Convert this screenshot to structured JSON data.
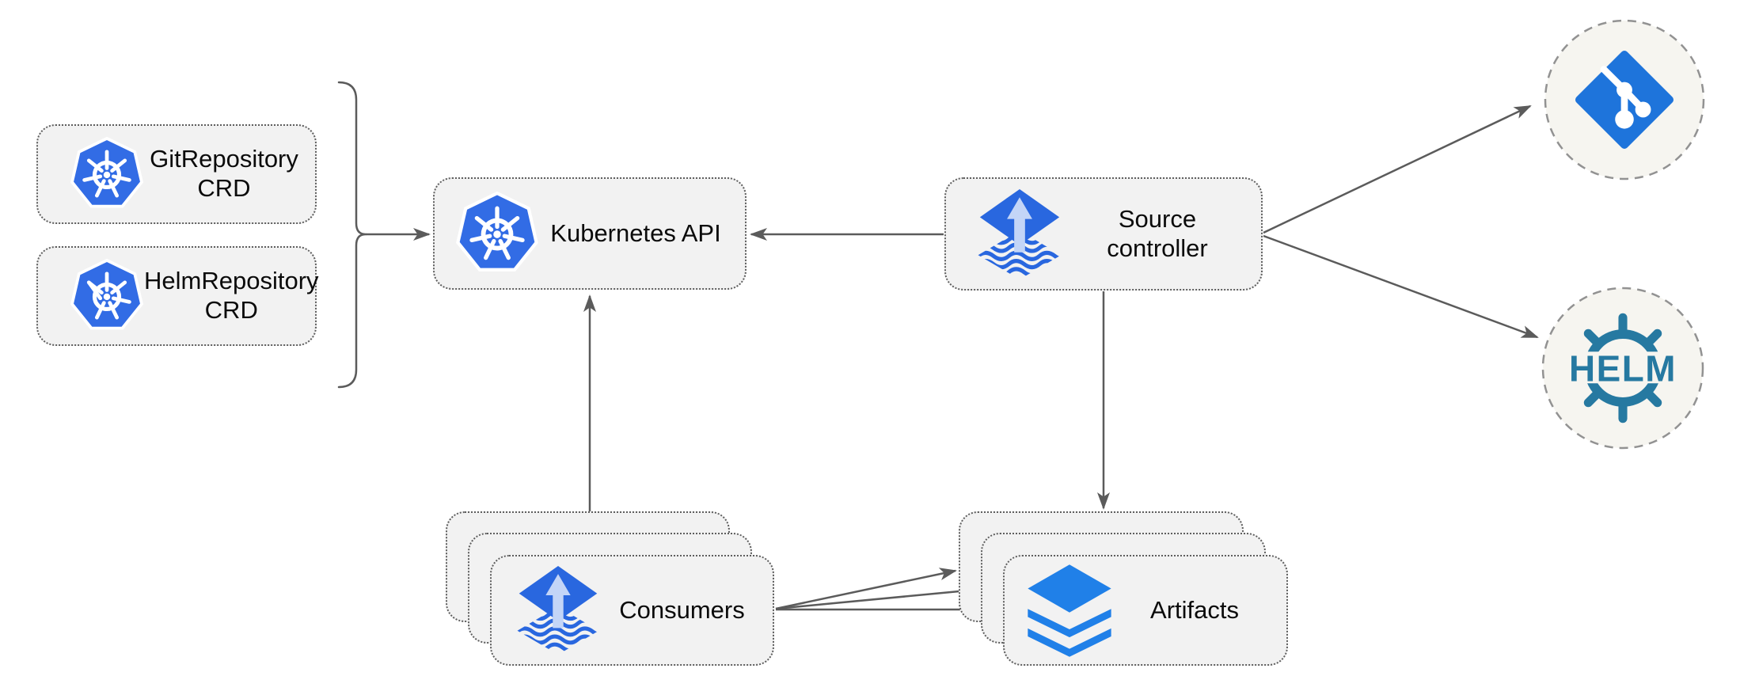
{
  "diagram": {
    "nodes": {
      "git_repository_crd": {
        "label": "GitRepository\nCRD",
        "icon": "kubernetes"
      },
      "helm_repository_crd": {
        "label": "HelmRepository\nCRD",
        "icon": "kubernetes"
      },
      "kubernetes_api": {
        "label": "Kubernetes API",
        "icon": "kubernetes"
      },
      "source_controller": {
        "label": "Source\ncontroller",
        "icon": "flux"
      },
      "consumers": {
        "label": "Consumers",
        "icon": "flux",
        "stack_count": 3
      },
      "artifacts": {
        "label": "Artifacts",
        "icon": "layers",
        "stack_count": 3
      },
      "git_remote": {
        "label": "",
        "icon": "git"
      },
      "helm_remote": {
        "label": "HELM",
        "icon": "helm"
      }
    },
    "edges": [
      {
        "from": "git_repository_crd, helm_repository_crd",
        "to": "kubernetes_api",
        "style": "brace-arrow"
      },
      {
        "from": "source_controller",
        "to": "kubernetes_api"
      },
      {
        "from": "consumers",
        "to": "kubernetes_api"
      },
      {
        "from": "source_controller",
        "to": "artifacts"
      },
      {
        "from": "source_controller",
        "to": "git_remote"
      },
      {
        "from": "source_controller",
        "to": "helm_remote"
      },
      {
        "from": "consumers",
        "to": "artifacts",
        "arrow_count": 3
      }
    ],
    "colors": {
      "kubernetes_blue": "#326CE5",
      "flux_blue": "#2967DF",
      "flux_arrow_light": "#C3D5F7",
      "git_blue": "#1E74DB",
      "helm_teal": "#2679A1",
      "layers_blue": "#2080E8",
      "node_fill": "#F2F2F2",
      "node_border": "#5E5E5E",
      "endpoint_fill": "#F6F5F0",
      "endpoint_border": "#929292",
      "arrow_color": "#5B5B5B",
      "text_color": "#0B0B0B",
      "canvas_bg": "#FFFFFF"
    }
  }
}
